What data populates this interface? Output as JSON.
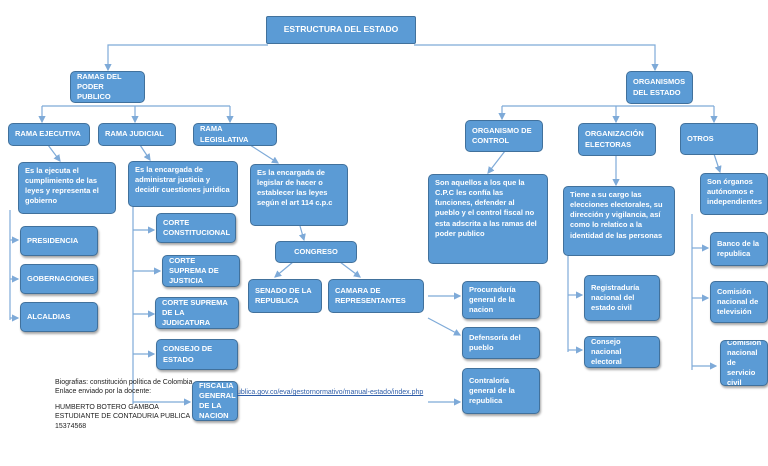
{
  "diagram": {
    "title": "ESTRUCTURA DEL ESTADO",
    "ramas": "RAMAS DEL PODER PUBLICO",
    "organismos": "ORGANISMOS DEL ESTADO",
    "rama_ejecutiva": "RAMA EJECUTIVA",
    "rama_judicial": "RAMA JUDICIAL",
    "rama_legislativa": "RAMA LEGISLATIVA",
    "ejecutiva_desc": "Es la ejecuta el cumplimiento de las leyes y representa el gobierno",
    "judicial_desc": "Es la encargada de administrar justicia y decidir cuestiones juridica",
    "legislativa_desc": "Es la encargada de legislar de hacer o establecer las leyes según el art 114 c.p.c",
    "presidencia": "PRESIDENCIA",
    "gobernaciones": "GOBERNACIONES",
    "alcaldias": "ALCALDIAS",
    "corte_constitucional": "CORTE CONSTITUCIONAL",
    "corte_suprema_justicia": "CORTE SUPREMA DE JUSTICIA",
    "corte_suprema_judicatura": "CORTE SUPREMA DE LA JUDICATURA",
    "consejo_estado": "CONSEJO DE ESTADO",
    "fiscalia": "FISCALIA GENERAL DE LA NACION",
    "congreso": "CONGRESO",
    "senado": "SENADO DE LA REPUBLICA",
    "camara": "CAMARA DE REPRESENTANTES",
    "organismo_control": "ORGANISMO DE CONTROL",
    "organizacion_electoral": "ORGANIZACIÓN ELECTORAS",
    "otros": "OTROS",
    "control_desc": "Son aquellos a los que la C.P.C les confía las funciones, defender al pueblo y el control fiscal no esta adscrita a las ramas del poder publico",
    "electoral_desc": "Tiene a su cargo las elecciones electorales, su dirección y vigilancia, así como lo relatico a la identidad de las personas",
    "otros_desc": "Son órganos autónomos e independientes",
    "procuraduria": "Procuraduría general de la nacion",
    "defensoria": "Defensoría del pueblo",
    "contraloria": "Contraloría general de la republica",
    "registraduria": "Registraduría nacional del estado civil",
    "consejo_electoral": "Consejo nacional electoral",
    "banco": "Banco de la republica",
    "comision_television": "Comisión nacional de televisión",
    "comision_servicio": "Comisión nacional de servicio civil"
  },
  "footer": {
    "line1": "Biografias: constitución política de Colombia",
    "line2": "Enlace enviado por la docente:",
    "link": "ublica.gov.co/eva/gestornormativo/manual-estado/index.php",
    "line3": "HUMBERTO BOTERO GAMBOA",
    "line4": "ESTUDIANTE DE CONTADURIA PUBLICA",
    "line5": "15374568"
  },
  "colors": {
    "box_fill": "#5b9bd5",
    "box_border": "#41719c",
    "connector": "#7eaad8",
    "text": "#ffffff"
  }
}
